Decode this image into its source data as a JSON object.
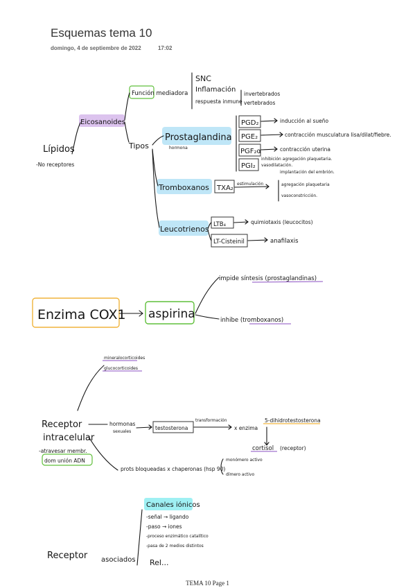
{
  "page": {
    "title": "Esquemas tema 10",
    "date": "domingo, 4 de septiembre de 2022",
    "time": "17:02",
    "footer": "TEMA 10 Page 1"
  },
  "colors": {
    "purple": "#b57edc",
    "green": "#5fbf3a",
    "blue": "#8fd3f0",
    "orange": "#f0b43c",
    "cyan": "#3fe0e8"
  },
  "notes": {
    "lipidos": "Lípidos",
    "no_receptores": "-No receptores",
    "eicosanoides": "Eicosanoides",
    "funcion_mediadora": "Función mediadora",
    "snc": "SNC",
    "inflamacion": "Inflamación",
    "respuesta_inmune": "respuesta inmune",
    "invertebrados": "invertebrados",
    "vertebrados": "vertebrados",
    "tipos": "Tipos",
    "prostaglandina": "Prostaglandina",
    "hormona": "hormona",
    "pgd2": "PGD₂",
    "pgd2_effect": "inducción al sueño",
    "pge2": "PGE₂",
    "pge2_effect": "contracción musculatura lisa/dilat/fiebre.",
    "pgf2a": "PGF₂α",
    "pgf2a_effect": "contracción uterina",
    "pgi2": "PGI₂",
    "pgi2_effect_1": "inhibición agregación plaquetaria.",
    "pgi2_effect_2": "vasodilatación.",
    "pgi2_effect_3": "implantación del embrión.",
    "tromboxanos": "Tromboxanos",
    "txa2": "TXA₂",
    "estimulacion": "estimulación",
    "txa2_effect_1": "agregación plaquetaria",
    "txa2_effect_2": "vasoconstricción.",
    "leucotrienos": "Leucotrienos",
    "ltb4": "LTB₄",
    "ltb4_effect": "quimiotaxis (leucocitos)",
    "lt_cisteinil": "LT-Cisteinil",
    "lt_effect": "anafilaxis",
    "enzima": "Enzima COX1",
    "aspirina": "aspirina",
    "impide": "impide síntesis (prostaglandinas)",
    "inhibe": "inhibe (tromboxanos)",
    "mineralocorticoides": "mineralocorticoides",
    "glucocorticoides": "glucocorticoides",
    "receptor_intracelular_1": "Receptor",
    "receptor_intracelular_2": "intracelular",
    "atravesar": "-atravesar membr.",
    "dom_union": "dom unión ADN",
    "hormonas_sexuales_1": "hormonas",
    "hormonas_sexuales_2": "sexuales",
    "testosterona": "testosterona",
    "transformacion": "transformación",
    "x_enzima": "x enzima",
    "dihidro": "5-dihidrotestosterona",
    "cortisol": "cortisol",
    "cortisol_receptor": "(receptor)",
    "prots": "prots bloqueadas x chaperonas (hsp 90)",
    "monomero": "monómero activo",
    "dimero": "dímero activo",
    "canales": "Canales iónicos",
    "senal": "-señal → ligando",
    "paso": "-paso → iones",
    "proceso": "-proceso enzimático catalítico",
    "pasa": "-pasa de 2 medios distintos",
    "receptor_bottom": "Receptor",
    "asociados": "asociados",
    "bottom_partial": "Rel..."
  }
}
